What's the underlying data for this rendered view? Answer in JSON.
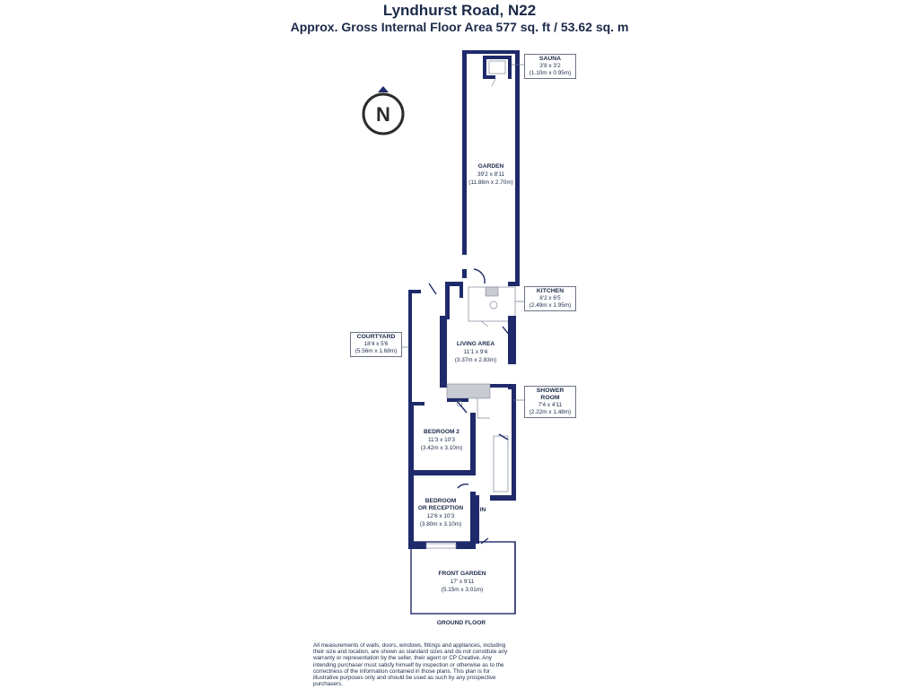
{
  "header": {
    "title": "Lyndhurst Road, N22",
    "subtitle": "Approx. Gross Internal Floor Area 577 sq. ft / 53.62 sq. m"
  },
  "compass": {
    "letter": "N"
  },
  "rooms": {
    "sauna": {
      "name": "SAUNA",
      "dims_imperial": "3'8 x 3'2",
      "dims_metric": "(1.10m x 0.95m)"
    },
    "garden": {
      "name": "GARDEN",
      "dims_imperial": "39'2 x 8'11",
      "dims_metric": "(11.88m x 2.70m)"
    },
    "kitchen": {
      "name": "KITCHEN",
      "dims_imperial": "8'2 x 6'5",
      "dims_metric": "(2.49m x 1.95m)"
    },
    "courtyard": {
      "name": "COURTYARD",
      "dims_imperial": "18'4 x 5'6",
      "dims_metric": "(5.56m x 1.68m)"
    },
    "living_area": {
      "name": "LIVING AREA",
      "dims_imperial": "11'1 x 9'4",
      "dims_metric": "(3.37m x 2.83m)"
    },
    "shower_room": {
      "name": "SHOWER ROOM",
      "dims_imperial": "7'4 x 4'11",
      "dims_metric": "(2.22m x 1.48m)"
    },
    "bedroom2": {
      "name": "BEDROOM 2",
      "dims_imperial": "11'3 x 10'3",
      "dims_metric": "(3.42m x 3.10m)"
    },
    "bedroom_reception": {
      "name_line1": "BEDROOM",
      "name_line2": "OR RECEPTION",
      "dims_imperial": "12'6 x 10'3",
      "dims_metric": "(3.80m x 3.10m)"
    },
    "front_garden": {
      "name": "FRONT GARDEN",
      "dims_imperial": "17' x 9'11",
      "dims_metric": "(5.15m x 3.01m)"
    }
  },
  "entrance_label": "IN",
  "floor_label": "GROUND FLOOR",
  "disclaimer": "All measurements of walls, doors, windows, fittings and appliances, including their size and location, are shown as standard sizes and do not constitute any warranty or representation by the seller, their agent or CP Creative. Any intending purchaser must satisfy himself by inspection or otherwise as to the correctness of the information contained in those plans. This plan is for illustrative purposes only and should be used as such by any prospective purchasers.",
  "colors": {
    "wall": "#1f2a6b",
    "text": "#1b2a4a",
    "fixture_fill": "#c8cbd2"
  }
}
